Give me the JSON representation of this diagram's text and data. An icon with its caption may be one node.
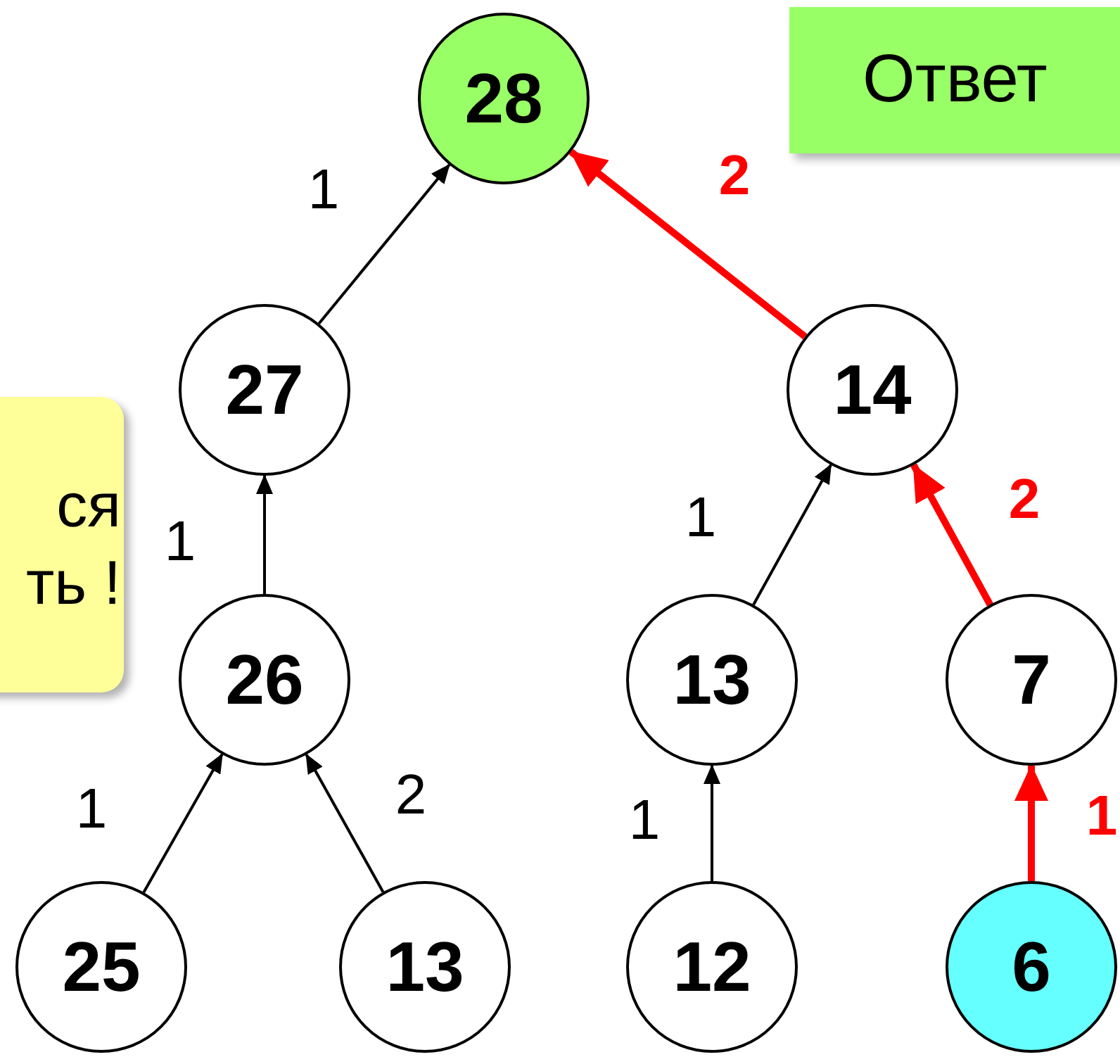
{
  "diagram": {
    "nodes": [
      {
        "text": [
          "28"
        ]
      },
      {
        "text": [
          "27"
        ]
      },
      {
        "text": [
          "14"
        ]
      },
      {
        "text": [
          "26"
        ]
      },
      {
        "text": [
          "13"
        ]
      },
      {
        "text": [
          "7"
        ]
      },
      {
        "text": [
          "25"
        ]
      },
      {
        "text": [
          "13"
        ]
      },
      {
        "text": [
          "12"
        ]
      },
      {
        "text": [
          "6"
        ]
      },
      {
        "text": [
          "ся ть !"
        ]
      },
      {
        "text": [
          "Ответ"
        ]
      }
    ],
    "edges": [
      {
        "from": 1,
        "to": 0,
        "arrow": "to",
        "label": "1"
      },
      {
        "from": 2,
        "to": 0,
        "arrow": "to",
        "label": "2",
        "style": "thick",
        "color": "#ff0000"
      },
      {
        "from": 3,
        "to": 1,
        "arrow": "to",
        "label": "1"
      },
      {
        "from": 4,
        "to": 2,
        "arrow": "to",
        "label": "1"
      },
      {
        "from": 5,
        "to": 2,
        "arrow": "to",
        "label": "2",
        "style": "thick",
        "color": "#ff0000"
      },
      {
        "from": 6,
        "to": 3,
        "arrow": "to",
        "label": "1"
      },
      {
        "from": 7,
        "to": 3,
        "arrow": "to",
        "label": "2"
      },
      {
        "from": 8,
        "to": 4,
        "arrow": "to",
        "label": "1"
      },
      {
        "from": 9,
        "to": 5,
        "arrow": "to",
        "label": "1",
        "style": "thick",
        "color": "#ff0000"
      }
    ]
  }
}
